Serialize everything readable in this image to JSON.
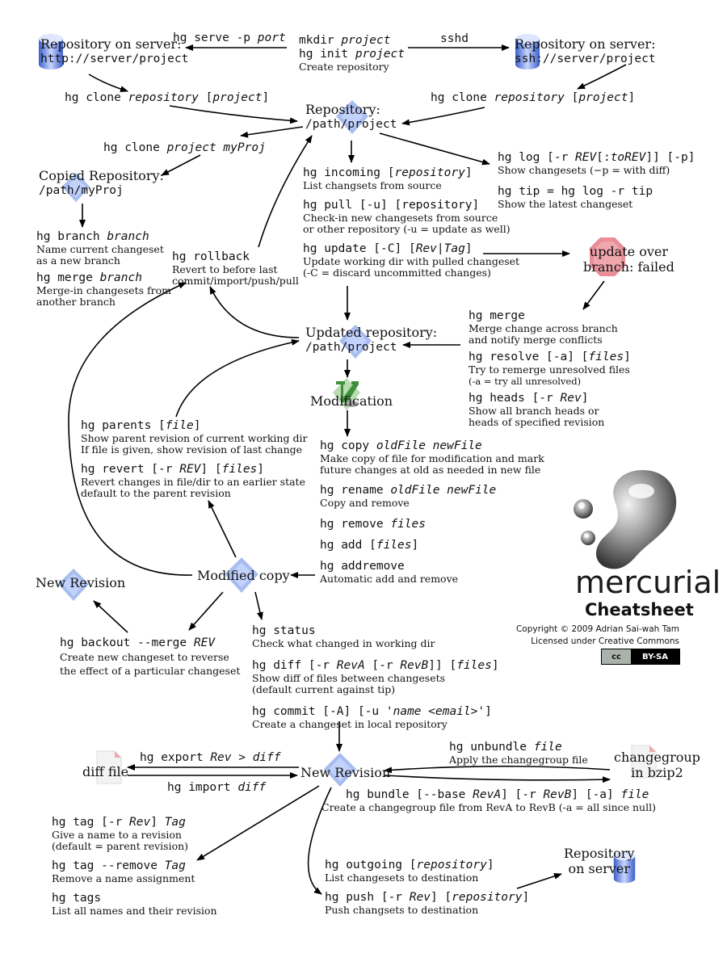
{
  "nodes": {
    "server_http": {
      "label": "Repository on server:",
      "path": "http://server/project"
    },
    "server_ssh": {
      "label": "Repository on server:",
      "path": "ssh://server/project"
    },
    "repository": {
      "label": "Repository:",
      "path": "/path/project"
    },
    "copied_repository": {
      "label": "Copied Repository:",
      "path": "/path/myProj"
    },
    "update_failed": {
      "line1": "update over",
      "line2": "branch: failed"
    },
    "updated_repository": {
      "label": "Updated repository:",
      "path": "/path/project"
    },
    "modification": {
      "label": "Modification"
    },
    "modified_copy": {
      "label": "Modified copy"
    },
    "new_revision_left": {
      "label": "New Revision"
    },
    "new_revision_bottom": {
      "label": "New Revision"
    },
    "diff_file": {
      "label": "diff file"
    },
    "changegroup": {
      "line1": "changegroup",
      "line2": "in bzip2"
    },
    "server_bottom": {
      "line1": "Repository",
      "line2": "on server"
    }
  },
  "commands": {
    "hg_serve": {
      "base": "hg serve -p ",
      "arg": "port"
    },
    "mkdir": {
      "base": "mkdir ",
      "arg": "project"
    },
    "hg_init": {
      "base": "hg init ",
      "arg": "project"
    },
    "hg_init_desc": "Create repository",
    "sshd": "sshd",
    "clone_left": {
      "base": "hg clone ",
      "arg1": "repository",
      "mid": " [",
      "arg2": "project",
      "end": "]"
    },
    "clone_right": {
      "base": "hg clone ",
      "arg1": "repository",
      "mid": " [",
      "arg2": "project",
      "end": "]"
    },
    "clone_local": {
      "base": "hg clone ",
      "arg": "project myProj"
    },
    "hg_log": {
      "base": "hg log [-r ",
      "arg1": "REV",
      "mid": "[:",
      "arg2": "toREV",
      "end": "]] [-p]",
      "desc": "Show changesets (−p = with diff)"
    },
    "hg_tip": {
      "text": "hg tip = hg log -r tip",
      "desc": "Show the latest changeset"
    },
    "hg_incoming": {
      "base": "hg incoming [",
      "arg": "repository",
      "end": "]",
      "desc": "List changsets from source"
    },
    "hg_pull": {
      "text": "hg pull [-u] [repository]",
      "desc1": "Check-in new changesets from source",
      "desc2": "or other repository (-u = update as well)"
    },
    "hg_update": {
      "base": "hg update [-C] [",
      "arg1": "Rev",
      "mid": "|",
      "arg2": "Tag",
      "end": "]",
      "desc1": "Update working dir with pulled changeset",
      "desc2": "(-C = discard uncommitted changes)"
    },
    "hg_branch": {
      "base": "hg branch ",
      "arg": "branch",
      "desc1": "Name current changeset",
      "desc2": "as a new branch"
    },
    "hg_merge_branch": {
      "base": "hg merge ",
      "arg": "branch",
      "desc1": "Merge-in changesets from",
      "desc2": "another branch"
    },
    "hg_rollback": {
      "text": "hg rollback",
      "desc1": "Revert to before last",
      "desc2": "commit/import/push/pull"
    },
    "hg_merge": {
      "text": "hg merge",
      "desc1": "Merge change across branch",
      "desc2": "and notify merge conflicts"
    },
    "hg_resolve": {
      "base": "hg resolve [-a] [",
      "arg": "files",
      "end": "]",
      "desc1": "Try to remerge unresolved files",
      "desc2": "(-a = try all unresolved)"
    },
    "hg_heads": {
      "base": "hg heads [-r ",
      "arg": "Rev",
      "end": "]",
      "desc1": "Show all branch heads or",
      "desc2": "heads of specified revision"
    },
    "hg_parents": {
      "base": "hg parents [",
      "arg": "file",
      "end": "]",
      "desc1": "Show parent revision of current working dir",
      "desc2": "If file is given, show revision of last change"
    },
    "hg_revert": {
      "base": "hg revert [-r ",
      "arg1": "REV",
      "mid": "] [",
      "arg2": "files",
      "end": "]",
      "desc1": "Revert changes in file/dir to an earlier state",
      "desc2": "default to the parent revision"
    },
    "hg_copy": {
      "base": "hg copy ",
      "arg": "oldFile newFile",
      "desc1": "Make copy of file for modification and mark",
      "desc2": "future changes at old as needed in new file"
    },
    "hg_rename": {
      "base": "hg rename ",
      "arg": "oldFile newFile",
      "desc": "Copy and remove"
    },
    "hg_remove": {
      "base": "hg remove ",
      "arg": "files"
    },
    "hg_add": {
      "base": "hg add [",
      "arg": "files",
      "end": "]"
    },
    "hg_addremove": {
      "text": "hg addremove",
      "desc": "Automatic add and remove"
    },
    "hg_backout": {
      "base": "hg backout --merge ",
      "arg": "REV",
      "desc1": "Create new changeset to reverse",
      "desc2": "the effect of a particular changeset"
    },
    "hg_status": {
      "text": "hg status",
      "desc": "Check what changed in working dir"
    },
    "hg_diff": {
      "base": "hg diff [-r ",
      "arg1": "RevA",
      "mid": " [-r ",
      "arg2": "RevB",
      "mid2": "]] [",
      "arg3": "files",
      "end": "]",
      "desc1": "Show diff of files between changesets",
      "desc2": "(default current against tip)"
    },
    "hg_commit": {
      "base": "hg commit [-A] [-u '",
      "arg": "name <email>",
      "end": "']",
      "desc": "Create a changeset in local repository"
    },
    "hg_export": {
      "base": "hg export ",
      "arg": "Rev > diff"
    },
    "hg_import": {
      "base": "hg import ",
      "arg": "diff"
    },
    "hg_unbundle": {
      "base": "hg unbundle ",
      "arg": "file",
      "desc": "Apply the changegroup file"
    },
    "hg_bundle": {
      "base": "hg bundle [--base ",
      "arg1": "RevA",
      "mid": "] [-r ",
      "arg2": "RevB",
      "mid2": "] [-a] ",
      "arg3": "file",
      "desc": "Create a changegroup file from RevA to RevB (-a = all since null)"
    },
    "hg_tag": {
      "base": "hg tag [-r ",
      "arg1": "Rev",
      "mid": "] ",
      "arg2": "Tag",
      "desc1": "Give a name to a revision",
      "desc2": "(default = parent revision)"
    },
    "hg_tag_remove": {
      "base": "hg tag --remove ",
      "arg": "Tag",
      "desc": "Remove a name assignment"
    },
    "hg_tags": {
      "text": "hg tags",
      "desc": "List all names and their revision"
    },
    "hg_outgoing": {
      "base": "hg outgoing [",
      "arg": "repository",
      "end": "]",
      "desc": "List changesets to destination"
    },
    "hg_push": {
      "base": "hg push [-r ",
      "arg1": "Rev",
      "mid": "] [",
      "arg2": "repository",
      "end": "]",
      "desc": "Push changsets to destination"
    }
  },
  "branding": {
    "logo_word": "mercurial",
    "subtitle": "Cheatsheet",
    "copyright": "Copyright © 2009 Adrian Sai-wah Tam",
    "license": "Licensed under Creative Commons",
    "cc_badge": "cc",
    "cc_badge_type": "BY-SA"
  },
  "icons": {
    "repository": "cylinder-icon",
    "file": "diamond-file-icon",
    "stop": "stop-sign-icon",
    "editor": "vim-icon",
    "document": "page-icon"
  }
}
